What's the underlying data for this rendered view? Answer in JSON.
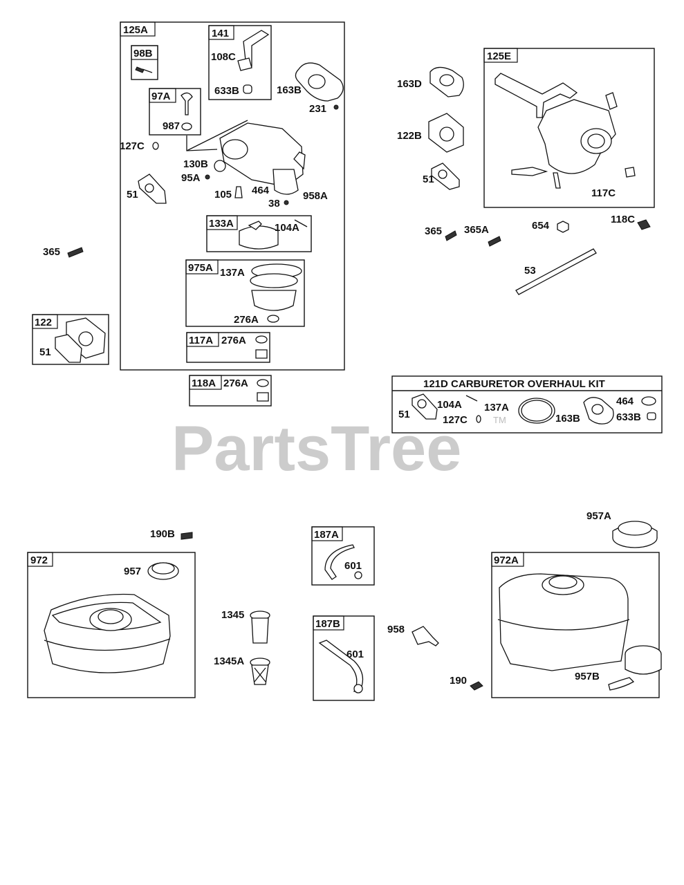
{
  "watermark": "PartsTree",
  "trademark": "TM",
  "kit_title": "121D CARBURETOR OVERHAUL KIT",
  "groups": {
    "g125A": "125A",
    "g98B": "98B",
    "g141": "141",
    "g97A": "97A",
    "g133A": "133A",
    "g975A": "975A",
    "g117A": "117A",
    "g118A": "118A",
    "g122": "122",
    "g125E": "125E",
    "g972": "972",
    "g972A": "972A",
    "g187A": "187A",
    "g187B": "187B"
  },
  "labels": {
    "p108C": "108C",
    "p633B": "633B",
    "p163B": "163B",
    "p231": "231",
    "p987": "987",
    "p127C": "127C",
    "p130B": "130B",
    "p95A": "95A",
    "p51a": "51",
    "p105": "105",
    "p464": "464",
    "p958A": "958A",
    "p38": "38",
    "p104A": "104A",
    "p137A": "137A",
    "p276A_1": "276A",
    "p276A_2": "276A",
    "p276A_3": "276A",
    "p365a": "365",
    "p51b": "51",
    "p163D": "163D",
    "p122B": "122B",
    "p51c": "51",
    "p117C": "117C",
    "p365b": "365",
    "p365A": "365A",
    "p654": "654",
    "p118C": "118C",
    "p53": "53",
    "k51": "51",
    "k104A": "104A",
    "k127C": "127C",
    "k137A": "137A",
    "k163B": "163B",
    "k464": "464",
    "k633B": "633B",
    "p190B": "190B",
    "p957": "957",
    "p1345": "1345",
    "p1345A": "1345A",
    "p601a": "601",
    "p601b": "601",
    "p958": "958",
    "p957A": "957A",
    "p957B": "957B",
    "p190": "190"
  }
}
